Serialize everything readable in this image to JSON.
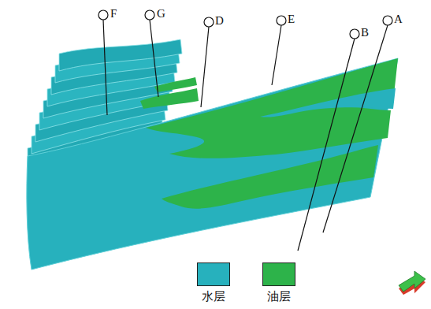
{
  "diagram": {
    "labels": [
      "F",
      "G",
      "D",
      "E",
      "B",
      "A"
    ],
    "legend": [
      {
        "text": "水层",
        "color": "#27b1bd"
      },
      {
        "text": "油层",
        "color": "#2db34a"
      }
    ]
  }
}
